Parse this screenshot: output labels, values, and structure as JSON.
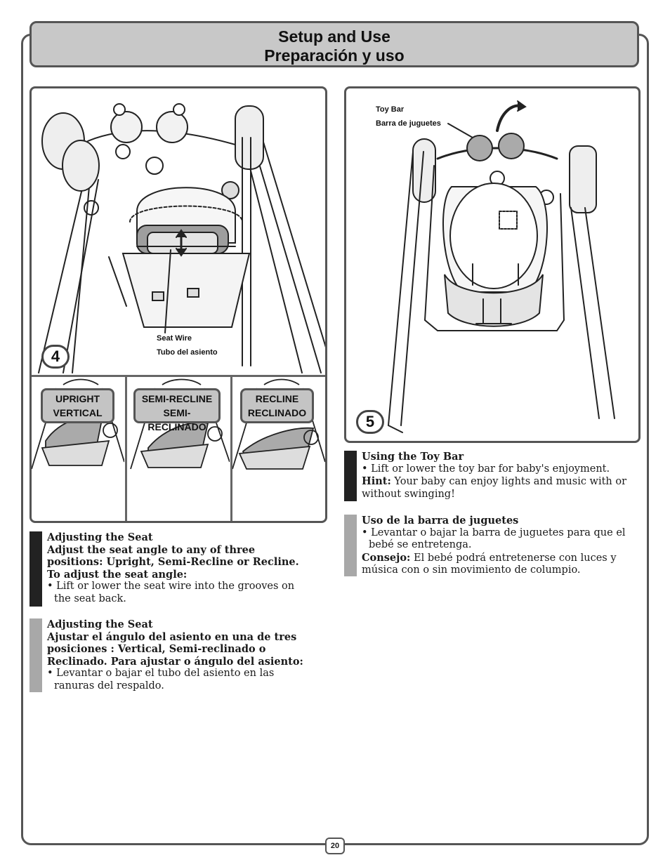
{
  "title": {
    "line1": "Setup and Use",
    "line2": "Preparación y uso"
  },
  "step4": {
    "badge": "4",
    "callout_en": "Seat Wire",
    "callout_es": "Tubo del asiento",
    "positions": [
      {
        "en": "UPRIGHT",
        "es": "VERTICAL"
      },
      {
        "en": "SEMI-RECLINE",
        "es": "SEMI-RECLINADO"
      },
      {
        "en": "RECLINE",
        "es": "RECLINADO"
      }
    ]
  },
  "step5": {
    "badge": "5",
    "callout_en": "Toy Bar",
    "callout_es": "Barra de juguetes"
  },
  "left_en": {
    "heading": "Adjusting the Seat",
    "instruction": "Adjust the seat angle to any of three positions: Upright, Semi-Recline or Recline. To adjust the seat angle:",
    "bullet": "• Lift or lower the seat wire into the grooves on the seat back."
  },
  "left_es": {
    "heading": "Adjusting the Seat",
    "instruction": "Ajustar el ángulo del asiento en una de tres posiciones : Vertical, Semi-reclinado o Reclinado. Para ajustar o ángulo del asiento:",
    "bullet": "• Levantar o bajar el tubo del asiento en las ranuras del respaldo."
  },
  "right_en": {
    "heading": "Using the Toy Bar",
    "bullet": "• Lift or lower the toy bar for baby's enjoyment.",
    "hint_label": "Hint:",
    "hint_text": " Your baby can enjoy lights and music with or without swinging!"
  },
  "right_es": {
    "heading": "Uso de la barra de juguetes",
    "bullet": "• Levantar o bajar la barra de juguetes para que el bebé se entretenga.",
    "hint_label": "Consejo:",
    "hint_text": " El bebé podrá entretenerse con luces y música con o sin movimiento de columpio."
  },
  "page_number": "20"
}
